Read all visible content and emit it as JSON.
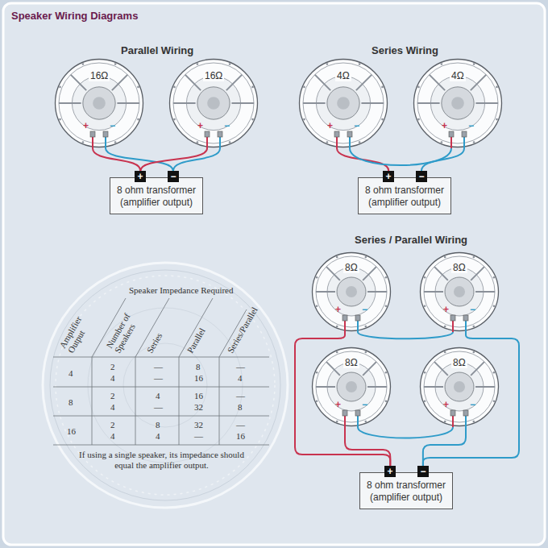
{
  "diagram": {
    "title": "Speaker Wiring Diagrams",
    "nodes": [
      {
        "text": [
          "16Ω",
          "+",
          "−"
        ]
      },
      {
        "text": [
          "16Ω",
          "+",
          "−"
        ]
      },
      {
        "text": [
          "+",
          "−",
          "8 ohm transformer (amplifier output)"
        ]
      },
      {
        "text": [
          "4Ω",
          "+",
          "−"
        ]
      },
      {
        "text": [
          "4Ω",
          "+",
          "−"
        ]
      },
      {
        "text": [
          "+",
          "−",
          "8 ohm transformer (amplifier output)"
        ]
      },
      {
        "text": [
          "8Ω",
          "+",
          "−"
        ]
      },
      {
        "text": [
          "8Ω",
          "+",
          "−"
        ]
      },
      {
        "text": [
          "8Ω",
          "+",
          "−"
        ]
      },
      {
        "text": [
          "8Ω",
          "+",
          "−"
        ]
      },
      {
        "text": [
          "+",
          "−",
          "8 ohm transformer (amplifier output)"
        ]
      }
    ],
    "edges": [
      {
        "from": 0,
        "to": 2,
        "arrow": "none"
      },
      {
        "from": 0,
        "to": 2,
        "arrow": "none"
      },
      {
        "from": 1,
        "to": 2,
        "arrow": "none"
      },
      {
        "from": 1,
        "to": 2,
        "arrow": "none"
      },
      {
        "from": 3,
        "to": 5,
        "arrow": "none"
      },
      {
        "from": 3,
        "to": 4,
        "arrow": "none"
      },
      {
        "from": 4,
        "to": 5,
        "arrow": "none"
      },
      {
        "from": 6,
        "to": 10,
        "arrow": "none"
      },
      {
        "from": 6,
        "to": 7,
        "arrow": "none"
      },
      {
        "from": 7,
        "to": 10,
        "arrow": "none"
      },
      {
        "from": 8,
        "to": 10,
        "arrow": "none"
      },
      {
        "from": 8,
        "to": 9,
        "arrow": "none"
      },
      {
        "from": 9,
        "to": 10,
        "arrow": "none"
      }
    ],
    "labels": [
      "Parallel Wiring",
      "Series Wiring",
      "Series / Parallel Wiring",
      "Speaker Impedance Required",
      "Amplifier Output",
      "Number of Speakers",
      "Series",
      "Parallel",
      "Series/Parallel",
      "4",
      "2",
      "4",
      "—",
      "—",
      "8",
      "16",
      "—",
      "4",
      "8",
      "2",
      "4",
      "4",
      "—",
      "16",
      "32",
      "—",
      "8",
      "16",
      "2",
      "4",
      "8",
      "4",
      "32",
      "—",
      "—",
      "16",
      "If using a single speaker, its impedance should equal the amplifier output."
    ]
  }
}
